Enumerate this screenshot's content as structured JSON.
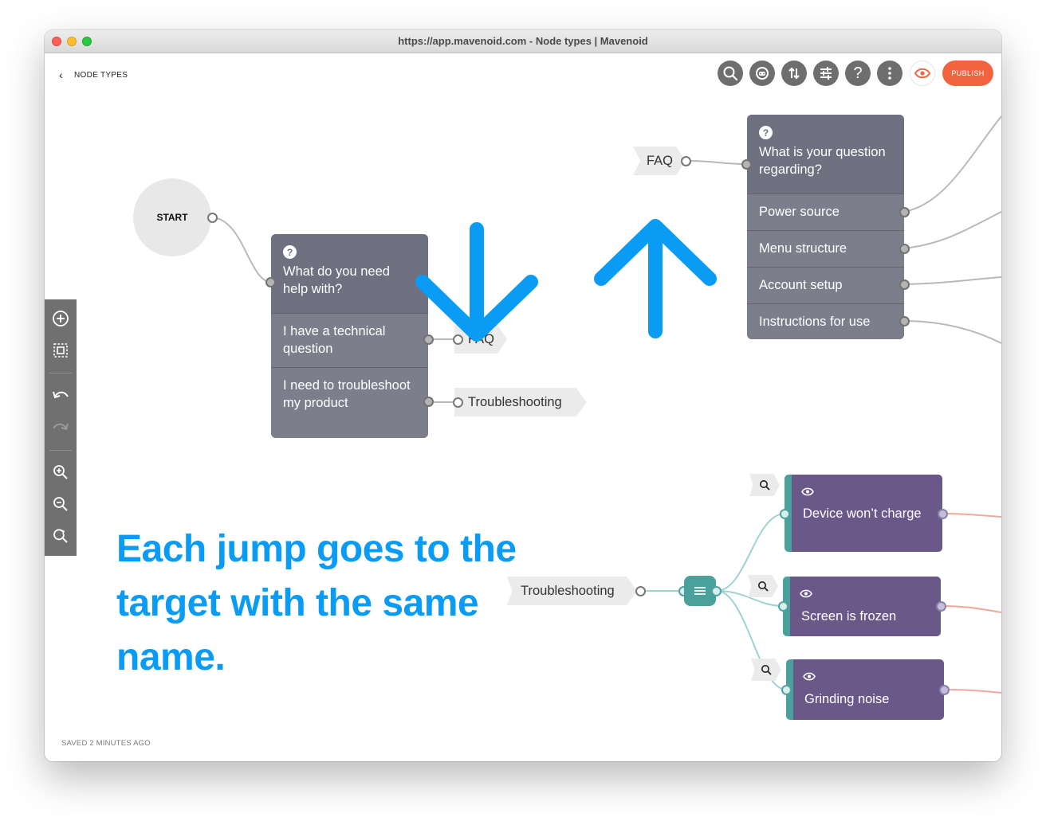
{
  "window": {
    "title": "https://app.mavenoid.com - Node types | Mavenoid"
  },
  "header": {
    "back_label": "NODE TYPES",
    "publish_label": "PUBLISH",
    "toolbar_icons": [
      "search-icon",
      "bot-icon",
      "sort-icon",
      "sliders-icon",
      "help-icon",
      "more-icon",
      "preview-eye-icon"
    ]
  },
  "side_tools": [
    "add-node-icon",
    "select-area-icon",
    "undo-icon",
    "redo-icon",
    "zoom-in-icon",
    "zoom-out-icon",
    "zoom-reset-icon"
  ],
  "flow": {
    "start_label": "START",
    "question1": {
      "text": "What do you need help with?",
      "options": [
        "I have a technical question",
        "I need to troubleshoot my product"
      ]
    },
    "jump_faq": "FAQ",
    "jump_troubleshooting": "Troubleshooting",
    "target_faq": "FAQ",
    "question2": {
      "text": "What is your question regarding?",
      "options": [
        "Power source",
        "Menu structure",
        "Account setup",
        "Instructions for use"
      ]
    },
    "target_troubleshooting": "Troubleshooting",
    "symptoms": [
      "Device won’t charge",
      "Screen is frozen",
      "Grinding noise"
    ]
  },
  "annotation": {
    "text": "Each jump goes to the target with the same name.",
    "color": "#0a9cf5"
  },
  "footer": {
    "saved_status": "SAVED 2 MINUTES AGO"
  },
  "colors": {
    "accent": "#0a9cf5",
    "publish": "#f26440",
    "question_node": "#6f7080",
    "symptom_node": "#6a5889",
    "teal": "#4aa19c"
  }
}
